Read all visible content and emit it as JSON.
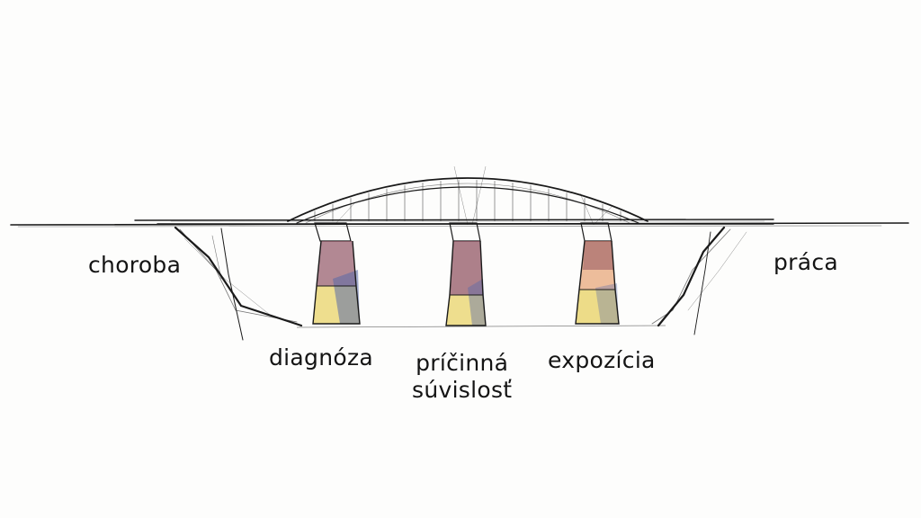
{
  "bridge": {
    "bank_left_label": "choroba",
    "bank_right_label": "práca",
    "pillars": [
      {
        "label_lines": [
          "diagnóza"
        ]
      },
      {
        "label_lines": [
          "príčinná",
          "súvislosť"
        ]
      },
      {
        "label_lines": [
          "expozícia"
        ]
      }
    ]
  },
  "palette": {
    "ink": "#1a1a1a",
    "pillar_top": "#8a4a5a",
    "pillar_blue": "#5a6aa8",
    "pillar_yellow": "#e8d36a",
    "pillar_orange": "#e0894a"
  }
}
